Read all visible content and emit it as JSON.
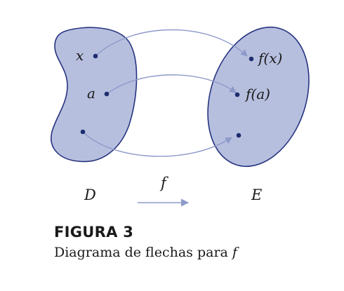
{
  "diagram": {
    "domain_label": "D",
    "codomain_label": "E",
    "function_label": "f",
    "points": {
      "x": "x",
      "a": "a",
      "fx": "f(x)",
      "fa": "f(a)"
    },
    "colors": {
      "region_fill": "#b7bfdf",
      "region_stroke": "#26347f",
      "dot": "#1e2d6e",
      "arrow": "#8d9ac9"
    }
  },
  "caption": {
    "title": "FIGURA 3",
    "text": "Diagrama de flechas para ",
    "symbol": "f"
  }
}
